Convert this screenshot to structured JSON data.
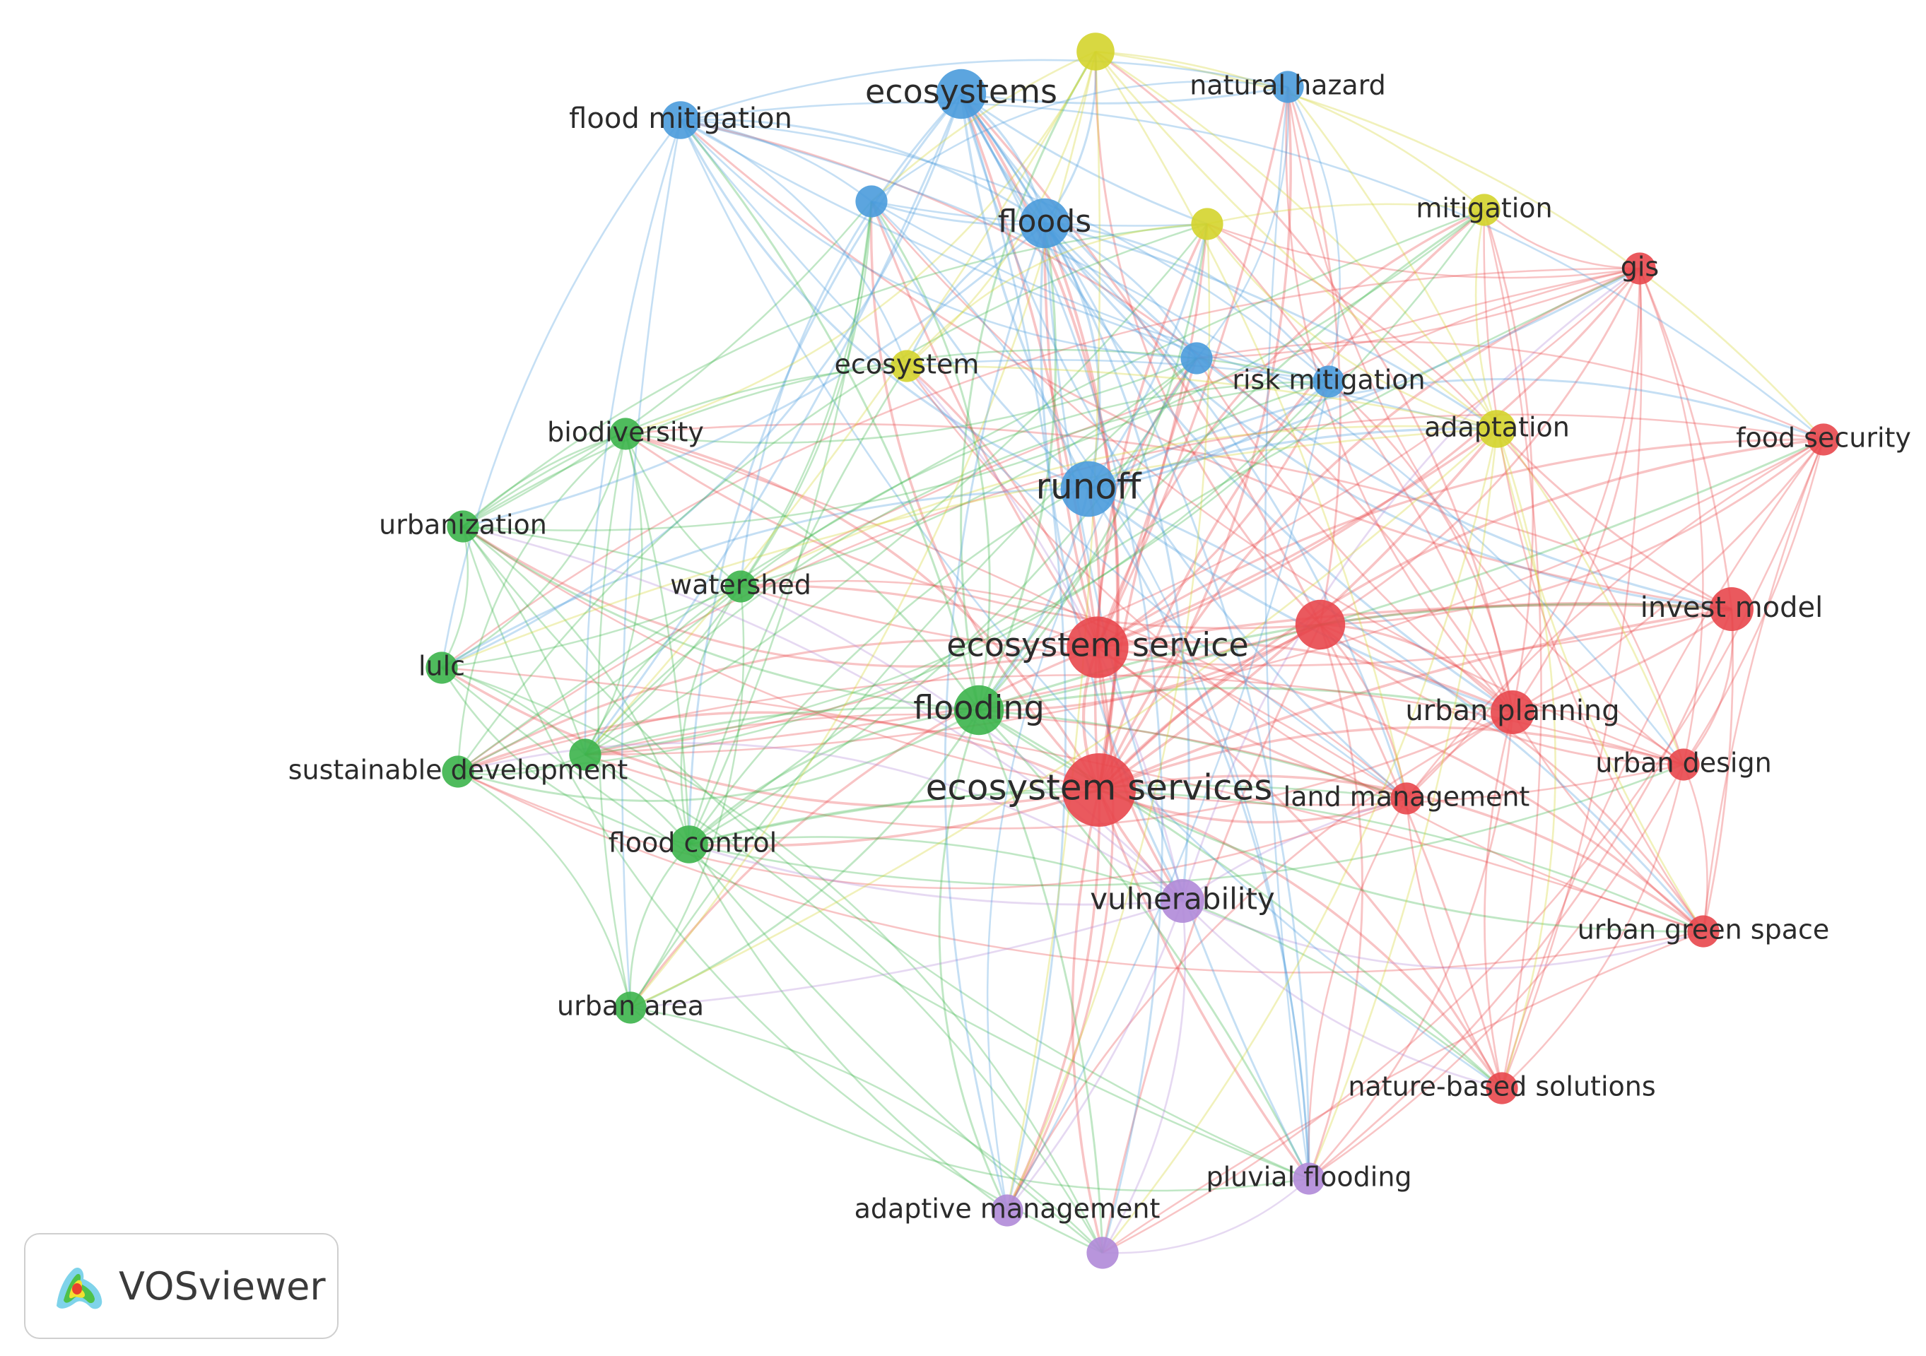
{
  "colors": {
    "red": "#e8474c",
    "green": "#3cb44b",
    "blue": "#4a9bdc",
    "yellow": "#d4d42c",
    "purple": "#b08ad8"
  },
  "brand": {
    "name": "VOSviewer",
    "logo_icon": "vosviewer-logo-icon"
  },
  "diagram": {
    "type": "keyword-cooccurrence-network",
    "nodes": [
      {
        "id": "ecosystem_services",
        "label": "ecosystem services",
        "cluster": "red",
        "weight": 10
      },
      {
        "id": "ecosystem_service",
        "label": "ecosystem service",
        "cluster": "red",
        "weight": 8
      },
      {
        "id": "red_hub",
        "label": "",
        "cluster": "red",
        "weight": 6
      },
      {
        "id": "invest_model",
        "label": "invest model",
        "cluster": "red",
        "weight": 5
      },
      {
        "id": "urban_planning",
        "label": "urban planning",
        "cluster": "red",
        "weight": 5
      },
      {
        "id": "gis",
        "label": "gis",
        "cluster": "red",
        "weight": 3
      },
      {
        "id": "food_security",
        "label": "food security",
        "cluster": "red",
        "weight": 3
      },
      {
        "id": "urban_design",
        "label": "urban design",
        "cluster": "red",
        "weight": 3
      },
      {
        "id": "land_management",
        "label": "land management",
        "cluster": "red",
        "weight": 3
      },
      {
        "id": "urban_green_space",
        "label": "urban green space",
        "cluster": "red",
        "weight": 3
      },
      {
        "id": "nature_based_solutions",
        "label": "nature-based solutions",
        "cluster": "red",
        "weight": 3
      },
      {
        "id": "flooding",
        "label": "flooding",
        "cluster": "green",
        "weight": 6
      },
      {
        "id": "flood_control",
        "label": "flood control",
        "cluster": "green",
        "weight": 4
      },
      {
        "id": "watershed",
        "label": "watershed",
        "cluster": "green",
        "weight": 3
      },
      {
        "id": "biodiversity",
        "label": "biodiversity",
        "cluster": "green",
        "weight": 3
      },
      {
        "id": "urbanization",
        "label": "urbanization",
        "cluster": "green",
        "weight": 3
      },
      {
        "id": "lulc",
        "label": "lulc",
        "cluster": "green",
        "weight": 3
      },
      {
        "id": "sustainable_development",
        "label": "sustainable development",
        "cluster": "green",
        "weight": 3
      },
      {
        "id": "green_small",
        "label": "",
        "cluster": "green",
        "weight": 3
      },
      {
        "id": "urban_area",
        "label": "urban area",
        "cluster": "green",
        "weight": 3
      },
      {
        "id": "runoff",
        "label": "runoff",
        "cluster": "blue",
        "weight": 7
      },
      {
        "id": "ecosystems",
        "label": "ecosystems",
        "cluster": "blue",
        "weight": 6
      },
      {
        "id": "floods",
        "label": "floods",
        "cluster": "blue",
        "weight": 6
      },
      {
        "id": "flood_mitigation",
        "label": "flood mitigation",
        "cluster": "blue",
        "weight": 4
      },
      {
        "id": "natural_hazard",
        "label": "natural hazard",
        "cluster": "blue",
        "weight": 3
      },
      {
        "id": "blue_small_1",
        "label": "",
        "cluster": "blue",
        "weight": 3
      },
      {
        "id": "blue_small_2",
        "label": "",
        "cluster": "blue",
        "weight": 3
      },
      {
        "id": "risk_mitigation",
        "label": "risk mitigation",
        "cluster": "blue",
        "weight": 3
      },
      {
        "id": "yellow_top",
        "label": "",
        "cluster": "yellow",
        "weight": 4
      },
      {
        "id": "yellow_mid",
        "label": "",
        "cluster": "yellow",
        "weight": 3
      },
      {
        "id": "mitigation",
        "label": "mitigation",
        "cluster": "yellow",
        "weight": 3
      },
      {
        "id": "ecosystem",
        "label": "ecosystem",
        "cluster": "yellow",
        "weight": 3
      },
      {
        "id": "adaptation",
        "label": "adaptation",
        "cluster": "yellow",
        "weight": 4
      },
      {
        "id": "vulnerability",
        "label": "vulnerability",
        "cluster": "purple",
        "weight": 5
      },
      {
        "id": "pluvial_flooding",
        "label": "pluvial flooding",
        "cluster": "purple",
        "weight": 3
      },
      {
        "id": "adaptive_management",
        "label": "adaptive management",
        "cluster": "purple",
        "weight": 3
      },
      {
        "id": "purple_small",
        "label": "",
        "cluster": "purple",
        "weight": 3
      }
    ]
  }
}
